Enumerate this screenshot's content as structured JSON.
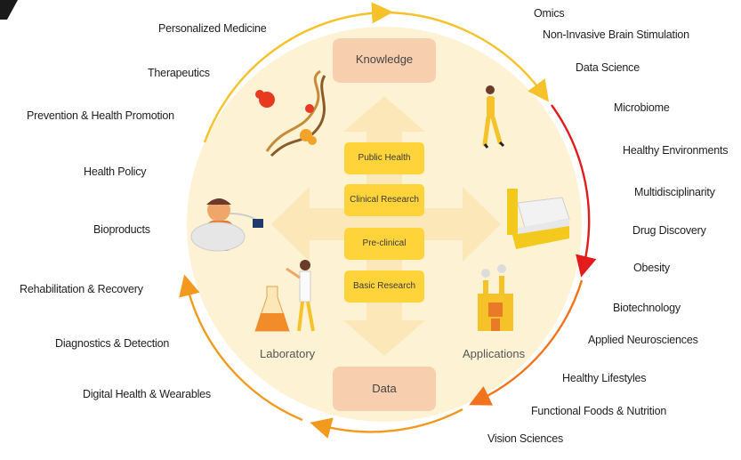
{
  "center": {
    "top_box": "Knowledge",
    "bottom_box": "Data",
    "left_label": "Laboratory",
    "right_label": "Applications",
    "stages": [
      "Public Health",
      "Clinical Research",
      "Pre-clinical",
      "Basic Research"
    ]
  },
  "topics_left": [
    "Personalized Medicine",
    "Therapeutics",
    "Prevention & Health Promotion",
    "Health Policy",
    "Bioproducts",
    "Rehabilitation & Recovery",
    "Diagnostics & Detection",
    "Digital Health & Wearables"
  ],
  "topics_right": [
    "Omics",
    "Non-Invasive Brain Stimulation",
    "Data Science",
    "Microbiome",
    "Healthy Environments",
    "Multidisciplinarity",
    "Drug Discovery",
    "Obesity",
    "Biotechnology",
    "Applied Neurosciences",
    "Healthy Lifestyles",
    "Functional Foods & Nutrition",
    "Vision Sciences"
  ],
  "colors": {
    "circle_fill": "#fdf3d4",
    "arrow_fill": "#fbe7b8",
    "stage_box": "#ffd43b",
    "knowledge_box": "#f8cfae",
    "ring_yellow": "#f5c22a",
    "ring_orange": "#f39a1e",
    "ring_red": "#e21b1b"
  }
}
